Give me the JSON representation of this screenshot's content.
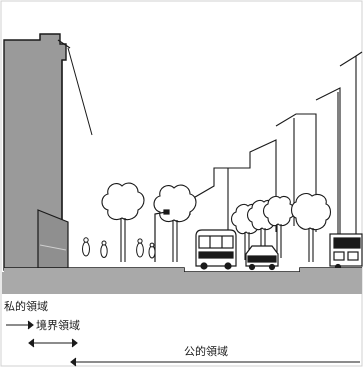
{
  "labels": {
    "private_domain": "私的領域",
    "boundary_domain": "境界領域",
    "public_domain": "公的領域"
  },
  "colors": {
    "ink": "#1a1a1a",
    "ground_gray": "#a9a9a9",
    "wall_gray": "#8f8f8f",
    "paper": "#ffffff"
  }
}
